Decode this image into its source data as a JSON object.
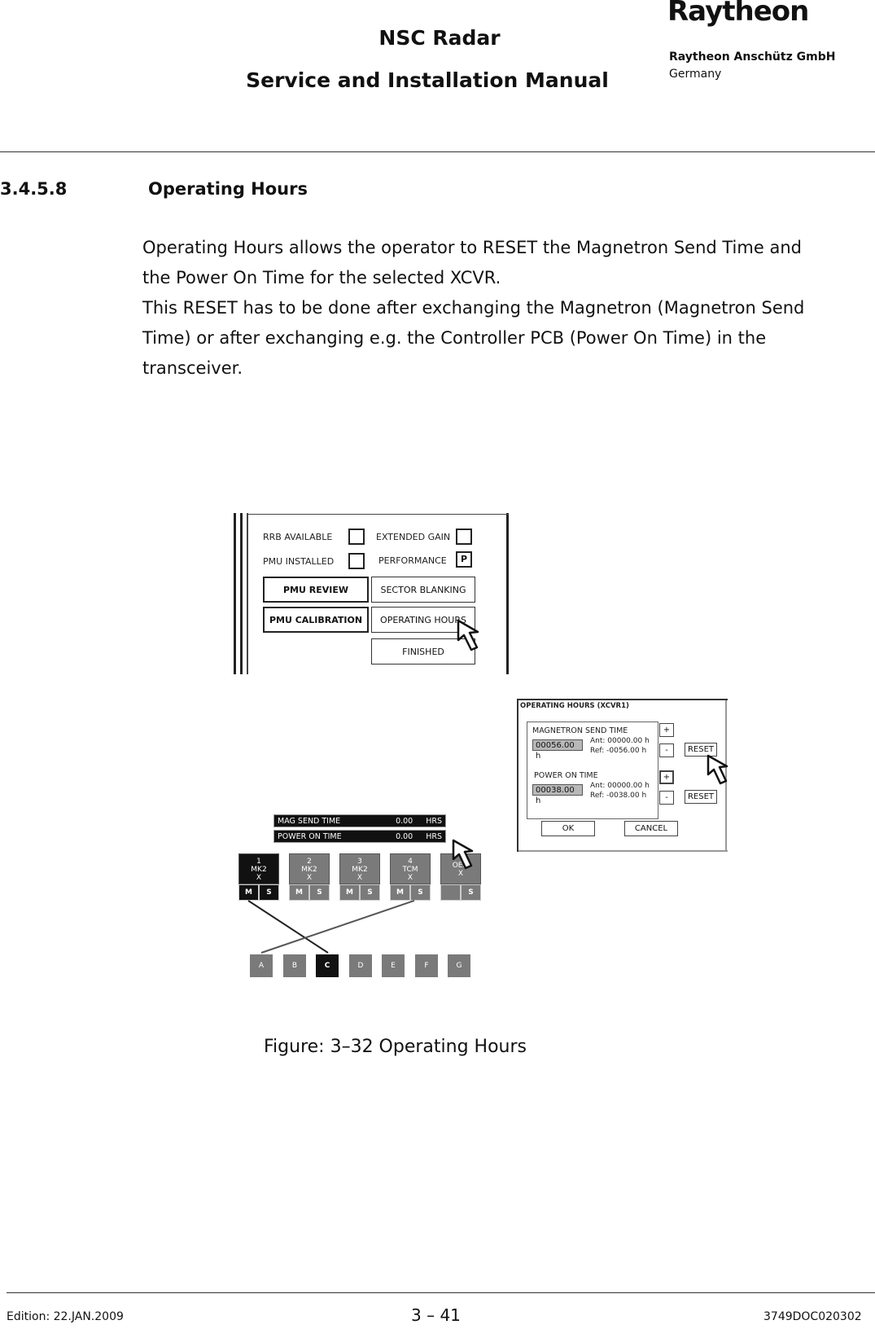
{
  "header": {
    "title_line1": "NSC Radar",
    "title_line2": "Service and Installation Manual",
    "logo": "Raytheon",
    "company": "Raytheon Anschütz GmbH",
    "country": "Germany"
  },
  "section": {
    "number": "3.4.5.8",
    "title": "Operating Hours",
    "paragraph1_line1": "Operating Hours allows the operator to RESET the Magnetron Send Time and",
    "paragraph1_line2": "the Power On Time for the selected XCVR.",
    "paragraph2_line1": "This RESET has to be done after exchanging the Magnetron (Magnetron Send",
    "paragraph2_line2": "Time) or after exchanging e.g. the Controller PCB (Power On Time) in the",
    "paragraph2_line3": "transceiver."
  },
  "figure": {
    "panel1": {
      "rrb_label": "RRB AVAILABLE",
      "pmu_installed_label": "PMU INSTALLED",
      "extended_gain_label": "EXTENDED GAIN",
      "performance_label": "PERFORMANCE",
      "performance_value": "P",
      "pmu_review": "PMU REVIEW",
      "pmu_calibration": "PMU CALIBRATION",
      "sector_blanking": "SECTOR BLANKING",
      "operating_hours": "OPERATING HOURS",
      "finished": "FINISHED"
    },
    "dialog": {
      "title": "OPERATING HOURS (XCVR1)",
      "mag_label": "MAGNETRON SEND TIME",
      "mag_value": "00056.00 h",
      "mag_ant": "Ant: 00000.00 h",
      "mag_ref": "Ref: -0056.00 h",
      "power_label": "POWER ON TIME",
      "power_value": "00038.00 h",
      "power_ant": "Ant: 00000.00 h",
      "power_ref": "Ref: -0038.00 h",
      "plus": "+",
      "minus": "-",
      "reset": "RESET",
      "ok": "OK",
      "cancel": "CANCEL"
    },
    "panel3": {
      "mag_send_label": "MAG SEND TIME",
      "mag_send_value": "0.00",
      "mag_send_unit": "HRS",
      "power_on_label": "POWER ON TIME",
      "power_on_value": "0.00",
      "power_on_unit": "HRS",
      "xcvrs": [
        {
          "line1": "1",
          "line2": "MK2",
          "line3": "X"
        },
        {
          "line1": "2",
          "line2": "MK2",
          "line3": "X"
        },
        {
          "line1": "3",
          "line2": "MK2",
          "line3": "X"
        },
        {
          "line1": "4",
          "line2": "TCM",
          "line3": "X"
        },
        {
          "line1": "",
          "line2": "OEM",
          "line3": "X"
        }
      ],
      "m": "M",
      "s": "S",
      "displays": [
        "A",
        "B",
        "C",
        "D",
        "E",
        "F",
        "G"
      ]
    },
    "caption": "Figure: 3–32 Operating Hours"
  },
  "footer": {
    "edition": "Edition: 22.JAN.2009",
    "page": "3 – 41",
    "doc": "3749DOC020302"
  }
}
